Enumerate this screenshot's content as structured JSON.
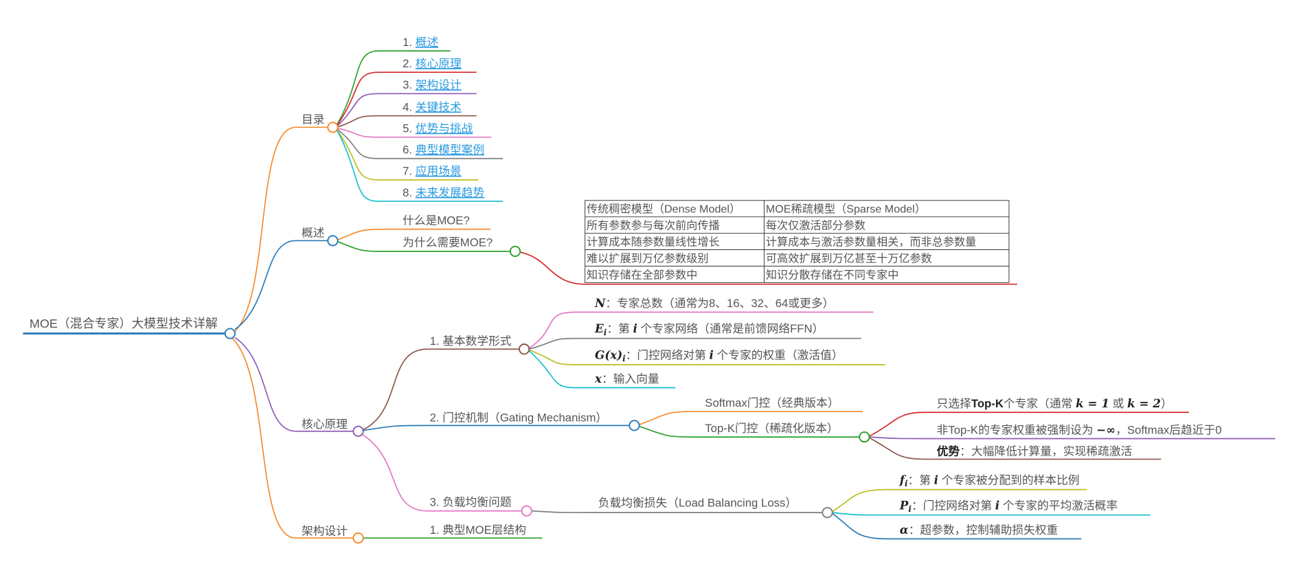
{
  "root": {
    "title": "MOE（混合专家）大模型技术详解"
  },
  "toc": {
    "label": "目录",
    "items": [
      {
        "num": "1. ",
        "link": "概述"
      },
      {
        "num": "2. ",
        "link": "核心原理"
      },
      {
        "num": "3. ",
        "link": "架构设计"
      },
      {
        "num": "4. ",
        "link": "关键技术"
      },
      {
        "num": "5. ",
        "link": "优势与挑战"
      },
      {
        "num": "6. ",
        "link": "典型模型案例"
      },
      {
        "num": "7. ",
        "link": "应用场景"
      },
      {
        "num": "8. ",
        "link": "未来发展趋势"
      }
    ]
  },
  "overview": {
    "label": "概述",
    "what": "什么是MOE?",
    "why": "为什么需要MOE?",
    "table": [
      [
        "传统稠密模型（Dense Model）",
        "MOE稀疏模型（Sparse Model）"
      ],
      [
        "所有参数参与每次前向传播",
        "每次仅激活部分参数"
      ],
      [
        "计算成本随参数量线性增长",
        "计算成本与激活参数量相关，而非总参数量"
      ],
      [
        "难以扩展到万亿参数级别",
        "可高效扩展到万亿甚至十万亿参数"
      ],
      [
        "知识存储在全部参数中",
        "知识分散存储在不同专家中"
      ]
    ]
  },
  "core": {
    "label": "核心原理",
    "math": {
      "label": "1. 基本数学形式",
      "n": {
        "sym": "N",
        "text": "：专家总数（通常为8、16、32、64或更多）"
      },
      "e": {
        "sym": "E",
        "sub": "i",
        "pre": "：第 ",
        "var": "i",
        "post": " 个专家网络（通常是前馈网络FFN）"
      },
      "g": {
        "sym": "G(x)",
        "sub": "i",
        "pre": "：门控网络对第 ",
        "var": "i",
        "post": " 个专家的权重（激活值）"
      },
      "x": {
        "sym": "x",
        "text": "：输入向量"
      }
    },
    "gating": {
      "label": "2. 门控机制（Gating Mechanism）",
      "softmax": "Softmax门控（经典版本）",
      "topk": {
        "label": "Top-K门控（稀疏化版本）",
        "r1": {
          "pre": "只选择",
          "bold": "Top-K",
          "mid": "个专家（通常 ",
          "m1": "k = 1",
          "or": " 或 ",
          "m2": "k = 2",
          "post": "）"
        },
        "r2": {
          "pre": "非Top-K的专家权重被强制设为 ",
          "m": "−∞",
          "post": "，Softmax后趋近于0"
        },
        "r3": {
          "bold": "优势",
          "post": "：大幅降低计算量，实现稀疏激活"
        }
      }
    },
    "balance": {
      "label": "3. 负载均衡问题",
      "loss": "负载均衡损失（Load Balancing Loss）",
      "f": {
        "sym": "f",
        "sub": "i",
        "pre": "：第 ",
        "var": "i",
        "post": " 个专家被分配到的样本比例"
      },
      "p": {
        "sym": "P",
        "sub": "i",
        "pre": "：门控网络对第 ",
        "var": "i",
        "post": " 个专家的平均激活概率"
      },
      "a": {
        "sym": "α",
        "text": "：超参数，控制辅助损失权重"
      }
    }
  },
  "arch": {
    "label": "架构设计",
    "layer": "1. 典型MOE层结构"
  }
}
